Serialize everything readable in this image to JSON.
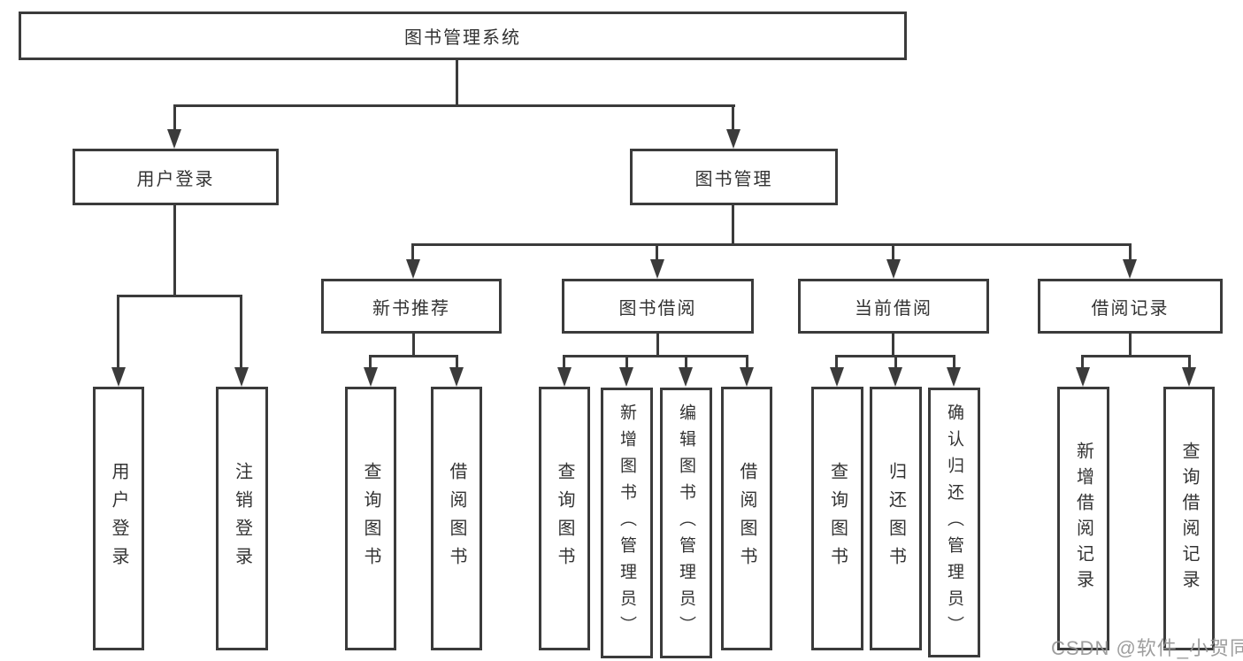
{
  "diagram_title": "图书管理系统",
  "colors": {
    "line": "#3b3b3b",
    "text": "#333333",
    "box_background": "#ffffff",
    "watermark": "#949494"
  },
  "watermark": {
    "text": "CSDN @软件_小贺同学"
  },
  "nodes": [
    {
      "id": "root",
      "level": 1,
      "label": "图书管理系统"
    },
    {
      "id": "user-login",
      "level": 2,
      "label": "用户登录"
    },
    {
      "id": "book-management",
      "level": 2,
      "label": "图书管理"
    },
    {
      "id": "new-book-recommend",
      "level": 3,
      "label": "新书推荐"
    },
    {
      "id": "book-borrow",
      "level": 3,
      "label": "图书借阅"
    },
    {
      "id": "current-borrow",
      "level": 3,
      "label": "当前借阅"
    },
    {
      "id": "borrow-records",
      "level": 3,
      "label": "借阅记录"
    },
    {
      "id": "leaf-user-login",
      "level": 4,
      "parent": "user-login",
      "label": "用户登录"
    },
    {
      "id": "leaf-logout",
      "level": 4,
      "parent": "user-login",
      "label": "注销登录"
    },
    {
      "id": "leaf-query-books-1",
      "level": 4,
      "parent": "new-book-recommend",
      "label": "查询图书"
    },
    {
      "id": "leaf-borrow-books-1",
      "level": 4,
      "parent": "new-book-recommend",
      "label": "借阅图书"
    },
    {
      "id": "leaf-query-books-2",
      "level": 4,
      "parent": "book-borrow",
      "label": "查询图书"
    },
    {
      "id": "leaf-add-book-admin",
      "level": 4,
      "parent": "book-borrow",
      "label": "新增图书（管理员）"
    },
    {
      "id": "leaf-edit-book-admin",
      "level": 4,
      "parent": "book-borrow",
      "label": "编辑图书（管理员）"
    },
    {
      "id": "leaf-borrow-books-2",
      "level": 4,
      "parent": "book-borrow",
      "label": "借阅图书"
    },
    {
      "id": "leaf-query-books-3",
      "level": 4,
      "parent": "current-borrow",
      "label": "查询图书"
    },
    {
      "id": "leaf-return-books",
      "level": 4,
      "parent": "current-borrow",
      "label": "归还图书"
    },
    {
      "id": "leaf-confirm-return-admin",
      "level": 4,
      "parent": "current-borrow",
      "label": "确认归还（管理员）"
    },
    {
      "id": "leaf-add-borrow-record",
      "level": 4,
      "parent": "borrow-records",
      "label": "新增借阅记录"
    },
    {
      "id": "leaf-query-borrow-record",
      "level": 4,
      "parent": "borrow-records",
      "label": "查询借阅记录"
    }
  ]
}
